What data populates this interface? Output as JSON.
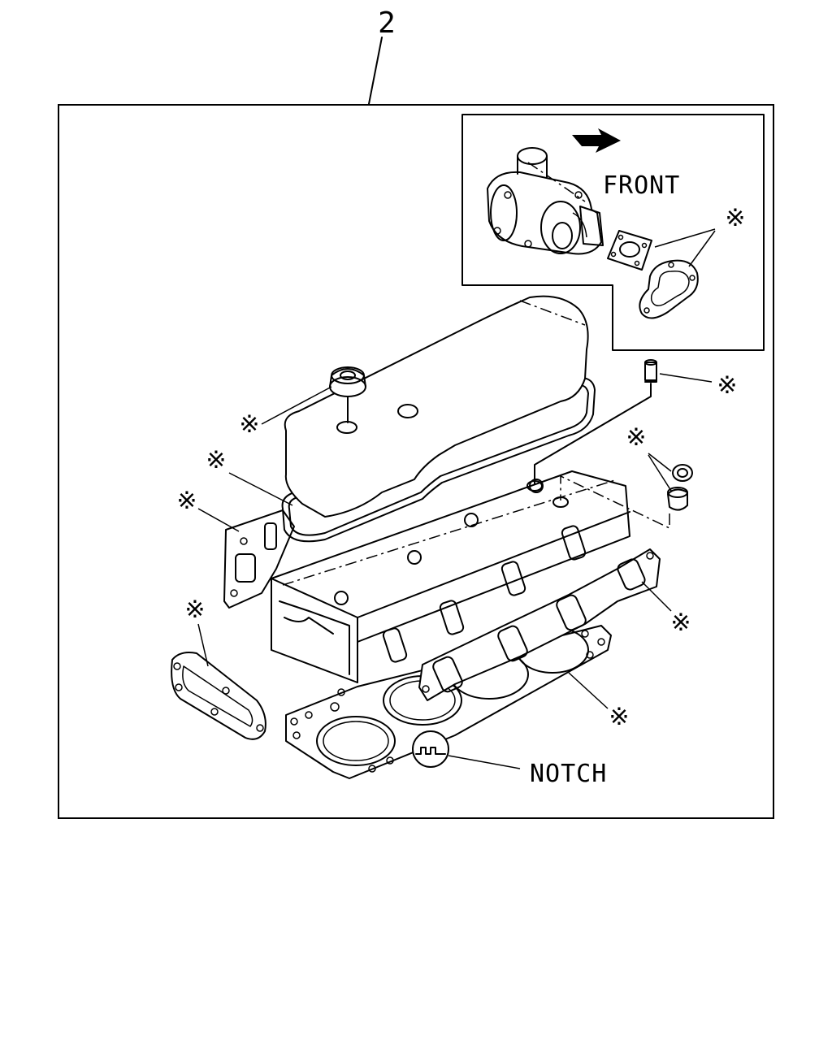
{
  "callout_number": "2",
  "labels": {
    "front": "FRONT",
    "notch": "NOTCH"
  },
  "kit_marker": "※"
}
